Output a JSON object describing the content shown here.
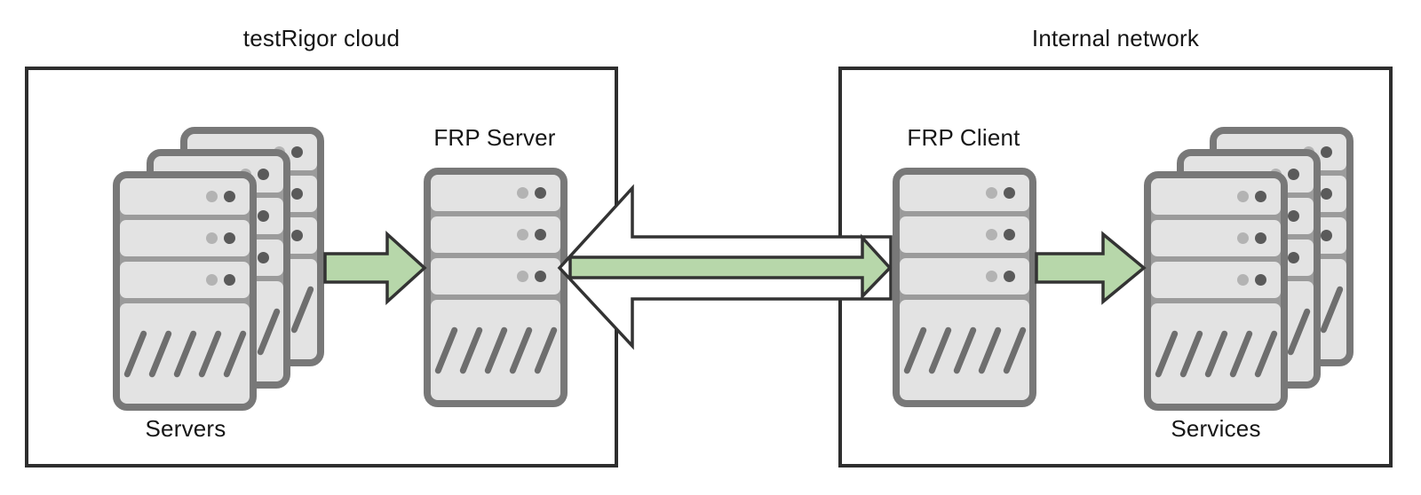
{
  "left_box": {
    "title": "testRigor cloud",
    "servers_label": "Servers",
    "frp_server_label": "FRP Server"
  },
  "right_box": {
    "title": "Internal network",
    "frp_client_label": "FRP Client",
    "services_label": "Services"
  },
  "colors": {
    "arrow_green": "#b7d7aa",
    "arrow_outline": "#333333",
    "white_arrow_fill": "#ffffff",
    "box_border": "#2e2e2e",
    "server_border": "#787878",
    "server_band": "#9b9b9b",
    "server_fill": "#e3e3e3",
    "dot_light": "#b3b3b3",
    "dot_dark": "#5a5a5a",
    "slash_color": "#6e6e6e",
    "text_color": "#161616"
  }
}
